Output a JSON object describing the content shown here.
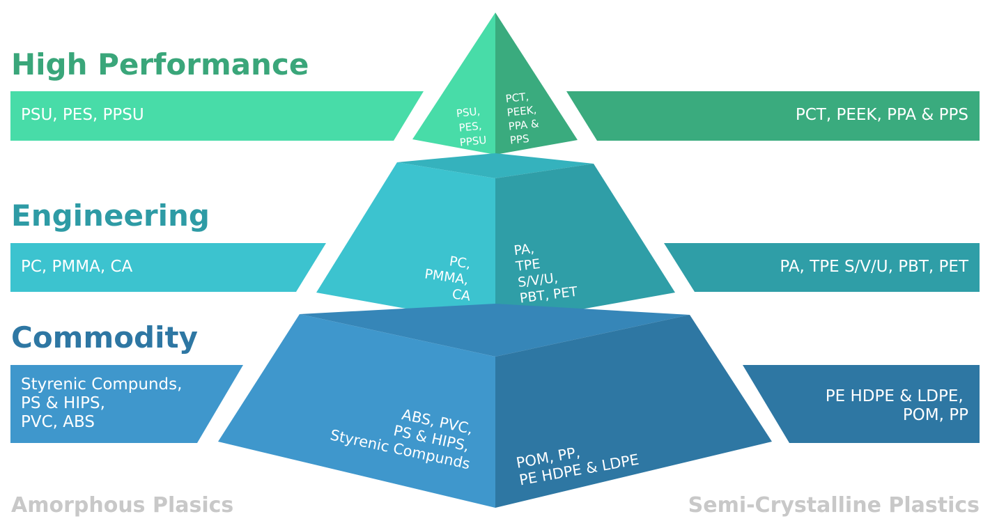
{
  "colors": {
    "high_left": "#48dca8",
    "high_right": "#3aab7e",
    "high_title": "#3aa67a",
    "eng_left": "#3cc3cf",
    "eng_right": "#2f9ea7",
    "eng_top": "#35b2bd",
    "eng_title": "#2e9ba5",
    "com_left": "#3f97cc",
    "com_right": "#2e77a3",
    "com_top": "#3686b8",
    "com_title": "#2e77a3",
    "footer": "#c8c8c8"
  },
  "tiers": {
    "high": {
      "title": "High Performance",
      "left_band": [
        "PSU, PES, PPSU"
      ],
      "right_band": [
        "PCT, PEEK, PPA & PPS"
      ],
      "left_face": [
        "PSU,",
        "PES,",
        "PPSU"
      ],
      "right_face": [
        "PCT,",
        "PEEK,",
        "PPA &",
        "PPS"
      ]
    },
    "engineering": {
      "title": "Engineering",
      "left_band": [
        "PC, PMMA, CA"
      ],
      "right_band": [
        "PA, TPE S/V/U, PBT, PET"
      ],
      "left_face": [
        "PC,",
        "PMMA,",
        "CA"
      ],
      "right_face": [
        "PA,",
        "TPE",
        "S/V/U,",
        "PBT, PET"
      ]
    },
    "commodity": {
      "title": "Commodity",
      "left_band": [
        "Styrenic Compunds,",
        "PS & HIPS,",
        "PVC, ABS"
      ],
      "right_band": [
        "PE HDPE & LDPE,",
        "POM, PP"
      ],
      "left_face": [
        "ABS, PVC,",
        "PS & HIPS,",
        "Styrenic Compunds"
      ],
      "right_face": [
        "POM, PP,",
        "PE HDPE & LDPE"
      ]
    }
  },
  "footer": {
    "left": "Amorphous Plasics",
    "right": "Semi-Crystalline Plastics"
  }
}
